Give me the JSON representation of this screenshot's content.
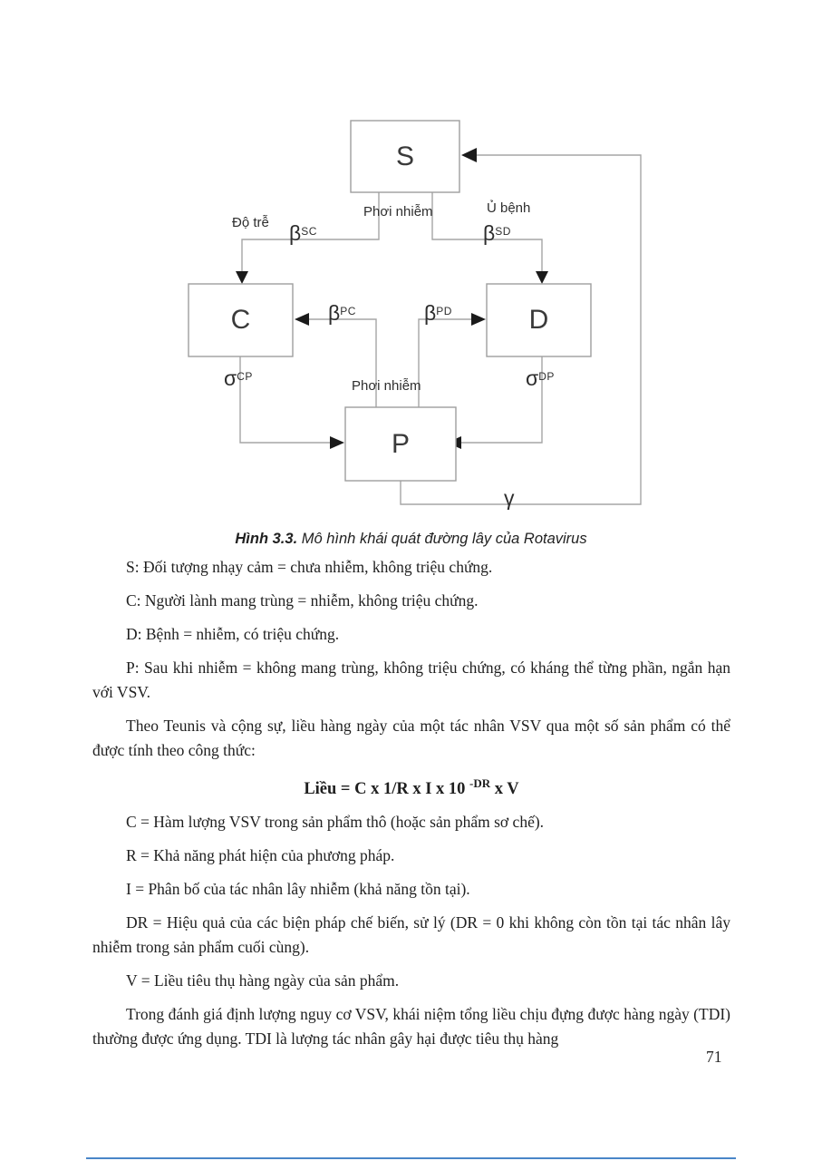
{
  "diagram": {
    "boxes": {
      "s": "S",
      "c": "C",
      "d": "D",
      "p": "P"
    },
    "labels": {
      "do_tre": "Độ trễ",
      "phoi_nhiem_top": "Phơi nhiễm",
      "u_benh": "Ủ bệnh",
      "phoi_nhiem_bottom": "Phơi nhiễm",
      "beta_sc": {
        "base": "β",
        "sup": "SC"
      },
      "beta_sd": {
        "base": "β",
        "sup": "SD"
      },
      "beta_pc": {
        "base": "β",
        "sup": "PC"
      },
      "beta_pd": {
        "base": "β",
        "sup": "PD"
      },
      "sigma_cp": {
        "base": "σ",
        "sup": "CP"
      },
      "sigma_dp": {
        "base": "σ",
        "sup": "DP"
      },
      "gamma": "γ"
    },
    "line_color": "#a6a6a6",
    "arrow_color": "#1a1a1a"
  },
  "caption": {
    "label": "Hình 3.3.",
    "text": " Mô hình khái quát đường lây của Rotavirus"
  },
  "body": {
    "before_formula": [
      "S: Đối tượng nhạy cảm = chưa nhiễm, không triệu chứng.",
      "C: Người lành mang trùng = nhiễm, không triệu chứng.",
      "D: Bệnh = nhiễm, có triệu chứng.",
      "P: Sau khi nhiễm = không mang trùng, không triệu chứng, có kháng thể từng phần, ngắn hạn với VSV.",
      "Theo Teunis và cộng sự, liều hàng ngày của một tác nhân VSV qua một số sản phẩm có thể được tính theo công thức:"
    ],
    "formula": {
      "prefix": "Liều = C x 1/R x I x 10 ",
      "sup": "-DR",
      "suffix": " x V"
    },
    "after_formula": [
      "C = Hàm lượng VSV trong sản phẩm thô (hoặc sản phẩm sơ chế).",
      "R = Khả năng phát hiện của phương pháp.",
      "I = Phân bố của tác nhân lây nhiễm (khả năng tồn tại).",
      "DR = Hiệu quả của các biện pháp chế biến, sử lý (DR = 0 khi không còn tồn tại tác nhân lây nhiễm trong sản phẩm cuối cùng).",
      "V = Liều tiêu thụ hàng ngày của sản phẩm.",
      "Trong đánh giá định lượng nguy cơ VSV, khái niệm tổng liều chịu đựng được hàng ngày (TDI) thường được ứng dụng. TDI là lượng tác nhân gây hại được tiêu thụ hàng"
    ]
  },
  "page": {
    "number": "71"
  }
}
